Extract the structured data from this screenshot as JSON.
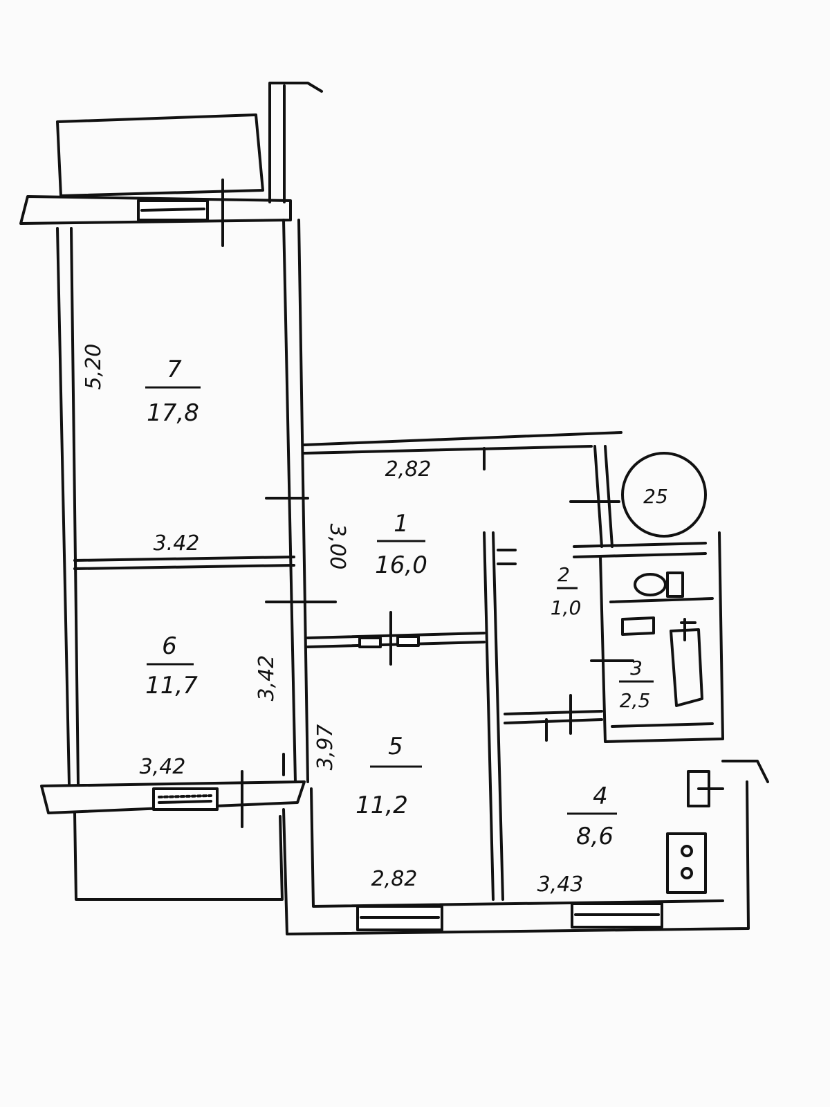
{
  "rooms": [
    {
      "number": "7",
      "area": "17,8"
    },
    {
      "number": "6",
      "area": "11,7"
    },
    {
      "number": "1",
      "area": "16,0"
    },
    {
      "number": "5",
      "area": "11,2"
    },
    {
      "number": "4",
      "area": "8,6"
    },
    {
      "number": "2",
      "area": "1,0"
    },
    {
      "number": "3",
      "area": "2,5"
    }
  ],
  "dimensions": {
    "room7_height": "5,20",
    "room7_width": "3.42",
    "room6_width": "3,42",
    "room6_height": "3,42",
    "room1_top": "2,82",
    "room1_side": "3,00",
    "room5_side": "3,97",
    "room5_width": "2,82",
    "room4_width": "3,43"
  },
  "stamp": {
    "label": "25"
  }
}
